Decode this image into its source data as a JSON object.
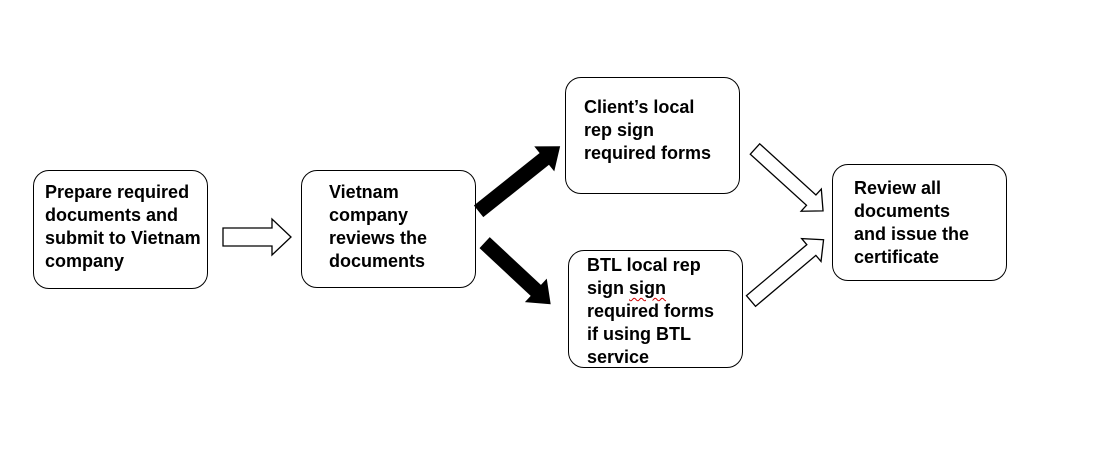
{
  "flow": {
    "step_prepare": "Prepare required\ndocuments and\nsubmit to Vietnam\ncompany",
    "step_vietnam_review": "Vietnam\ncompany\nreviews the\ndocuments",
    "step_client_rep": "Client’s local\nrep sign\nrequired forms",
    "step_btl_rep": {
      "line1": "BTL local rep",
      "line2_start": "sign ",
      "line2_flagged": "sign",
      "line3": "required forms",
      "line4": "if using BTL",
      "line5": "service"
    },
    "step_issue_certificate": "Review all\ndocuments\nand issue the\ncertificate"
  },
  "colors": {
    "border": "#000000",
    "text": "#000000",
    "spellcheck_underline": "#d00000"
  }
}
